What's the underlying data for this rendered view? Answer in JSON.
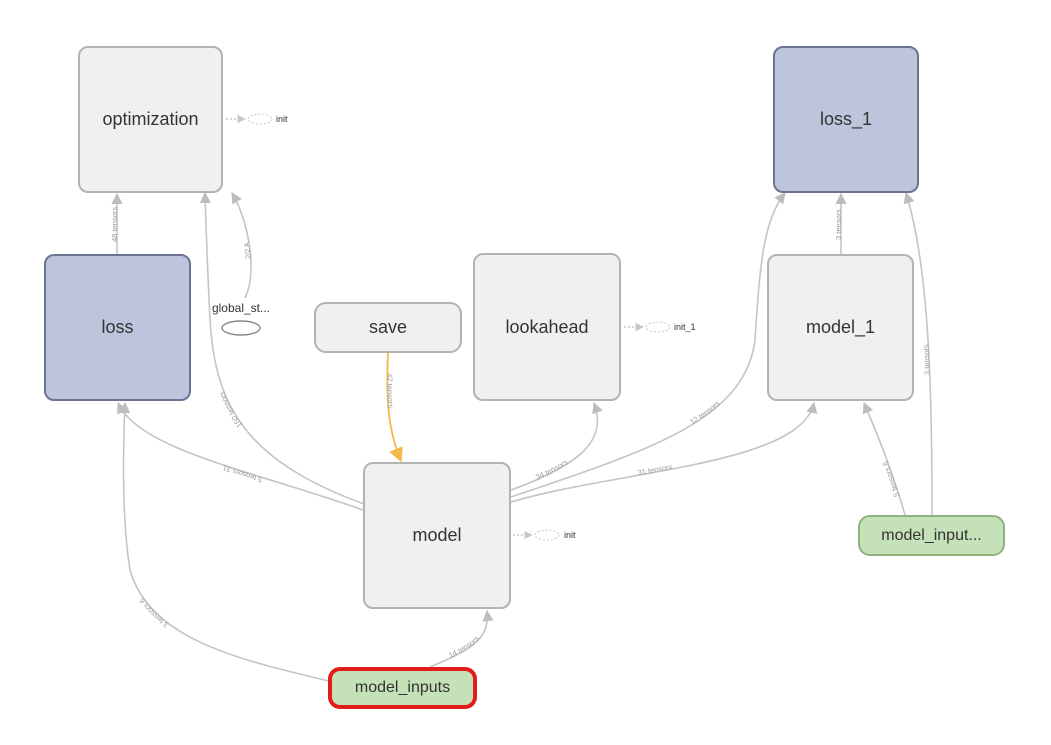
{
  "nodes": {
    "optimization": "optimization",
    "loss_1": "loss_1",
    "loss": "loss",
    "save": "save",
    "lookahead": "lookahead",
    "model_1": "model_1",
    "model": "model",
    "model_inputs": "model_inputs",
    "model_input_trunc": "model_input...",
    "global_step": "global_st..."
  },
  "aux_labels": {
    "optimization_init": "init",
    "lookahead_init": "init_1",
    "model_init": "init"
  },
  "edge_labels": {
    "loss_to_optimization": "48 tensors",
    "global_step_to_optimization": "2/2 A",
    "model_to_optimization": "150 tensors",
    "save_to_model": "42 tensors",
    "model_to_loss": "5 tensors 31",
    "model_to_lookahead": "34 tensors",
    "model_to_loss_1": "12 tensors",
    "model_to_model_1": "31 tensors",
    "model_1_to_loss_1": "3 tensors",
    "trunc_input_to_model_1": "5 tensors 6",
    "trunc_input_to_loss_1": "3 tensors",
    "model_inputs_to_loss": "3 tensors 6",
    "model_inputs_to_model": "14 tensors"
  },
  "colors": {
    "meta_fill": "#f0f0f0",
    "meta_stroke": "#b3b3b3",
    "highlight_fill": "#bcc5db",
    "highlight_stroke": "#6b7592",
    "input_fill": "#c5e1b7",
    "input_stroke": "#8fb27e",
    "selected_stroke": "#e21b1b",
    "edge": "#c4c4c4",
    "ref_edge": "#f5b94a"
  }
}
